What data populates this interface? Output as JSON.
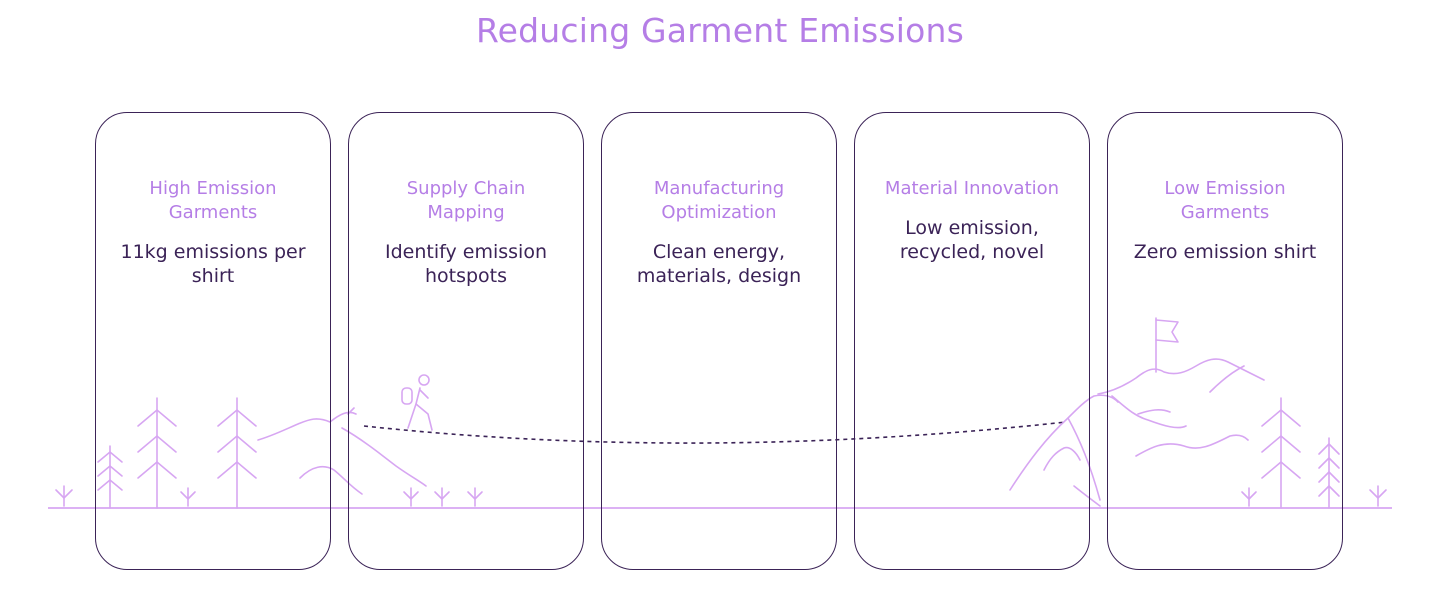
{
  "title": "Reducing Garment Emissions",
  "colors": {
    "accent": "#b57ee6",
    "line": "#d7a6f2",
    "frame": "#3b2357",
    "text": "#3b2357",
    "path": "#3b2357"
  },
  "stages": [
    {
      "label_lines": [
        "High Emission",
        "Garments"
      ],
      "desc_lines": [
        "11kg emissions per",
        "shirt"
      ]
    },
    {
      "label_lines": [
        "Supply Chain",
        "Mapping"
      ],
      "desc_lines": [
        "Identify emission",
        "hotspots"
      ]
    },
    {
      "label_lines": [
        "Manufacturing",
        "Optimization"
      ],
      "desc_lines": [
        "Clean energy,",
        "materials, design"
      ]
    },
    {
      "label_lines": [
        "Material Innovation"
      ],
      "desc_lines": [
        "Low emission,",
        "recycled, novel"
      ]
    },
    {
      "label_lines": [
        "Low Emission",
        "Garments"
      ],
      "desc_lines": [
        "Zero emission shirt"
      ]
    }
  ],
  "icons": [
    "tree-icon",
    "hiker-icon",
    "mountain-icon",
    "flag-icon",
    "grass-icon"
  ]
}
